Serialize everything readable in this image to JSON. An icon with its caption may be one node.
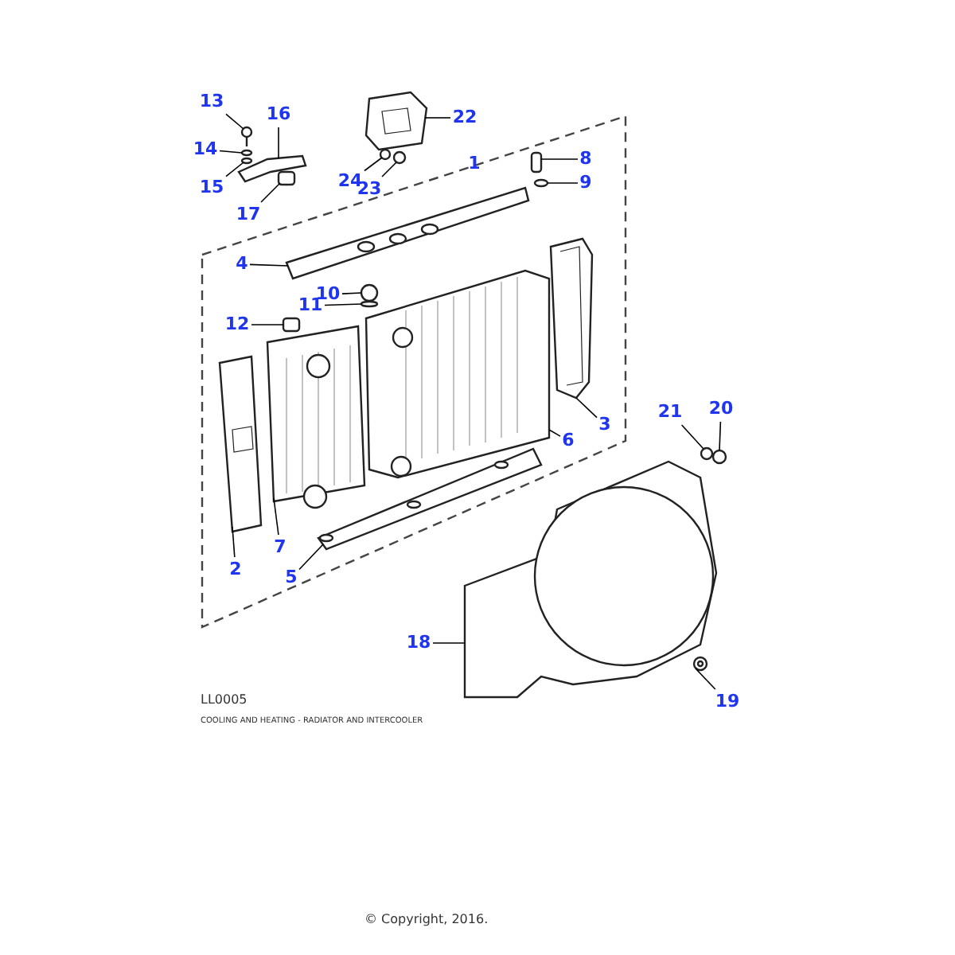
{
  "diagram": {
    "caption": "COOLING AND HEATING - RADIATOR AND INTERCOOLER",
    "nodes": [
      {
        "text": [
          "13"
        ]
      },
      {
        "text": [
          "16"
        ]
      },
      {
        "text": [
          "22"
        ]
      },
      {
        "text": [
          "14"
        ]
      },
      {
        "text": [
          "8"
        ]
      },
      {
        "text": [
          "1"
        ]
      },
      {
        "text": [
          "24"
        ]
      },
      {
        "text": [
          "9"
        ]
      },
      {
        "text": [
          "15"
        ]
      },
      {
        "text": [
          "23"
        ]
      },
      {
        "text": [
          "17"
        ]
      },
      {
        "text": [
          "4"
        ]
      },
      {
        "text": [
          "10"
        ]
      },
      {
        "text": [
          "11"
        ]
      },
      {
        "text": [
          "12"
        ]
      },
      {
        "text": [
          "20"
        ]
      },
      {
        "text": [
          "21"
        ]
      },
      {
        "text": [
          "3"
        ]
      },
      {
        "text": [
          "6"
        ]
      },
      {
        "text": [
          "7"
        ]
      },
      {
        "text": [
          "2"
        ]
      },
      {
        "text": [
          "5"
        ]
      },
      {
        "text": [
          "18"
        ]
      },
      {
        "text": [
          "19"
        ]
      },
      {
        "text": [],
        "shape": "picture"
      },
      {
        "text": [],
        "shape": "picture"
      },
      {
        "text": [],
        "shape": "circle"
      },
      {
        "text": [],
        "shape": "circle"
      },
      {
        "text": [],
        "shape": "picture"
      },
      {
        "text": [],
        "shape": "circle"
      },
      {
        "text": [],
        "shape": "circle"
      },
      {
        "text": [],
        "shape": "box"
      },
      {
        "text": [],
        "shape": "circle"
      },
      {
        "text": [],
        "shape": "box"
      },
      {
        "text": [],
        "shape": "picture"
      },
      {
        "text": [],
        "shape": "circle"
      },
      {
        "text": [],
        "shape": "circle"
      },
      {
        "text": [],
        "shape": "box"
      },
      {
        "text": [],
        "shape": "picture"
      },
      {
        "text": [],
        "shape": "picture"
      },
      {
        "text": [],
        "shape": "picture"
      },
      {
        "text": [],
        "shape": "picture"
      },
      {
        "text": [],
        "shape": "circle"
      },
      {
        "text": [],
        "shape": "circle"
      },
      {
        "text": [],
        "shape": "picture"
      },
      {
        "text": [],
        "shape": "picture"
      },
      {
        "text": [],
        "shape": "picture"
      }
    ],
    "edges": [
      {
        "from": 0,
        "to": 24,
        "arrow": "none"
      },
      {
        "from": 1,
        "to": 28,
        "arrow": "none"
      },
      {
        "from": 2,
        "to": 25,
        "arrow": "none"
      },
      {
        "from": 3,
        "to": 26,
        "arrow": "none"
      },
      {
        "from": 4,
        "to": 31,
        "arrow": "none"
      },
      {
        "from": 6,
        "to": 29,
        "arrow": "none"
      },
      {
        "from": 7,
        "to": 32,
        "arrow": "none"
      },
      {
        "from": 8,
        "to": 27,
        "arrow": "none"
      },
      {
        "from": 9,
        "to": 30,
        "arrow": "none"
      },
      {
        "from": 10,
        "to": 33,
        "arrow": "none"
      },
      {
        "from": 11,
        "to": 34,
        "arrow": "none"
      },
      {
        "from": 12,
        "to": 35,
        "arrow": "none"
      },
      {
        "from": 13,
        "to": 36,
        "arrow": "none"
      },
      {
        "from": 14,
        "to": 37,
        "arrow": "none"
      },
      {
        "from": 15,
        "to": 43,
        "arrow": "none"
      },
      {
        "from": 16,
        "to": 42,
        "arrow": "none"
      },
      {
        "from": 17,
        "to": 38,
        "arrow": "none"
      },
      {
        "from": 18,
        "to": 39,
        "arrow": "none"
      },
      {
        "from": 19,
        "to": 40,
        "arrow": "none"
      },
      {
        "from": 20,
        "to": 41,
        "arrow": "none"
      },
      {
        "from": 21,
        "to": 44,
        "arrow": "none"
      },
      {
        "from": 22,
        "to": 45,
        "arrow": "none"
      },
      {
        "from": 23,
        "to": 46,
        "arrow": "none"
      }
    ],
    "labels": [
      "LL0005",
      "© Copyright, 2016."
    ]
  }
}
